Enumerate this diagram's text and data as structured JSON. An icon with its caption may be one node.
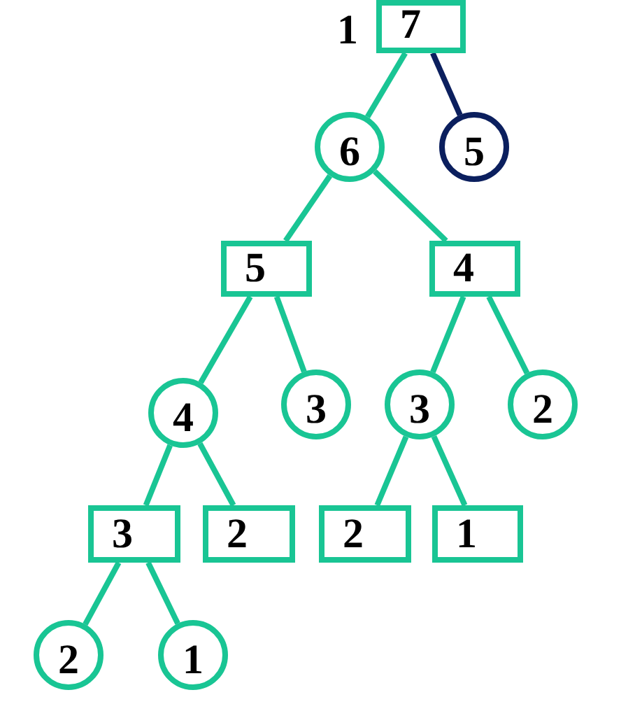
{
  "diagram": {
    "nodes": [
      {
        "text": [
          "7"
        ],
        "beside": [
          "1"
        ]
      },
      {
        "text": [
          "6"
        ]
      },
      {
        "text": [
          "5"
        ]
      },
      {
        "text": [
          "5"
        ]
      },
      {
        "text": [
          "4"
        ]
      },
      {
        "text": [
          "4"
        ]
      },
      {
        "text": [
          "3"
        ]
      },
      {
        "text": [
          "3"
        ]
      },
      {
        "text": [
          "2"
        ]
      },
      {
        "text": [
          "3"
        ]
      },
      {
        "text": [
          "2"
        ]
      },
      {
        "text": [
          "2"
        ]
      },
      {
        "text": [
          "1"
        ]
      },
      {
        "text": [
          "2"
        ]
      },
      {
        "text": [
          "1"
        ]
      }
    ],
    "edges": [
      {
        "from": 0,
        "to": 1,
        "arrow": "none"
      },
      {
        "from": 0,
        "to": 2,
        "arrow": "none",
        "color": "#0b1f5e"
      },
      {
        "from": 1,
        "to": 3,
        "arrow": "none"
      },
      {
        "from": 1,
        "to": 4,
        "arrow": "none"
      },
      {
        "from": 3,
        "to": 5,
        "arrow": "none"
      },
      {
        "from": 3,
        "to": 6,
        "arrow": "none"
      },
      {
        "from": 4,
        "to": 7,
        "arrow": "none"
      },
      {
        "from": 4,
        "to": 8,
        "arrow": "none"
      },
      {
        "from": 5,
        "to": 9,
        "arrow": "none"
      },
      {
        "from": 5,
        "to": 10,
        "arrow": "none"
      },
      {
        "from": 7,
        "to": 11,
        "arrow": "none"
      },
      {
        "from": 7,
        "to": 12,
        "arrow": "none"
      },
      {
        "from": 9,
        "to": 13,
        "arrow": "none"
      },
      {
        "from": 9,
        "to": 14,
        "arrow": "none"
      }
    ]
  }
}
